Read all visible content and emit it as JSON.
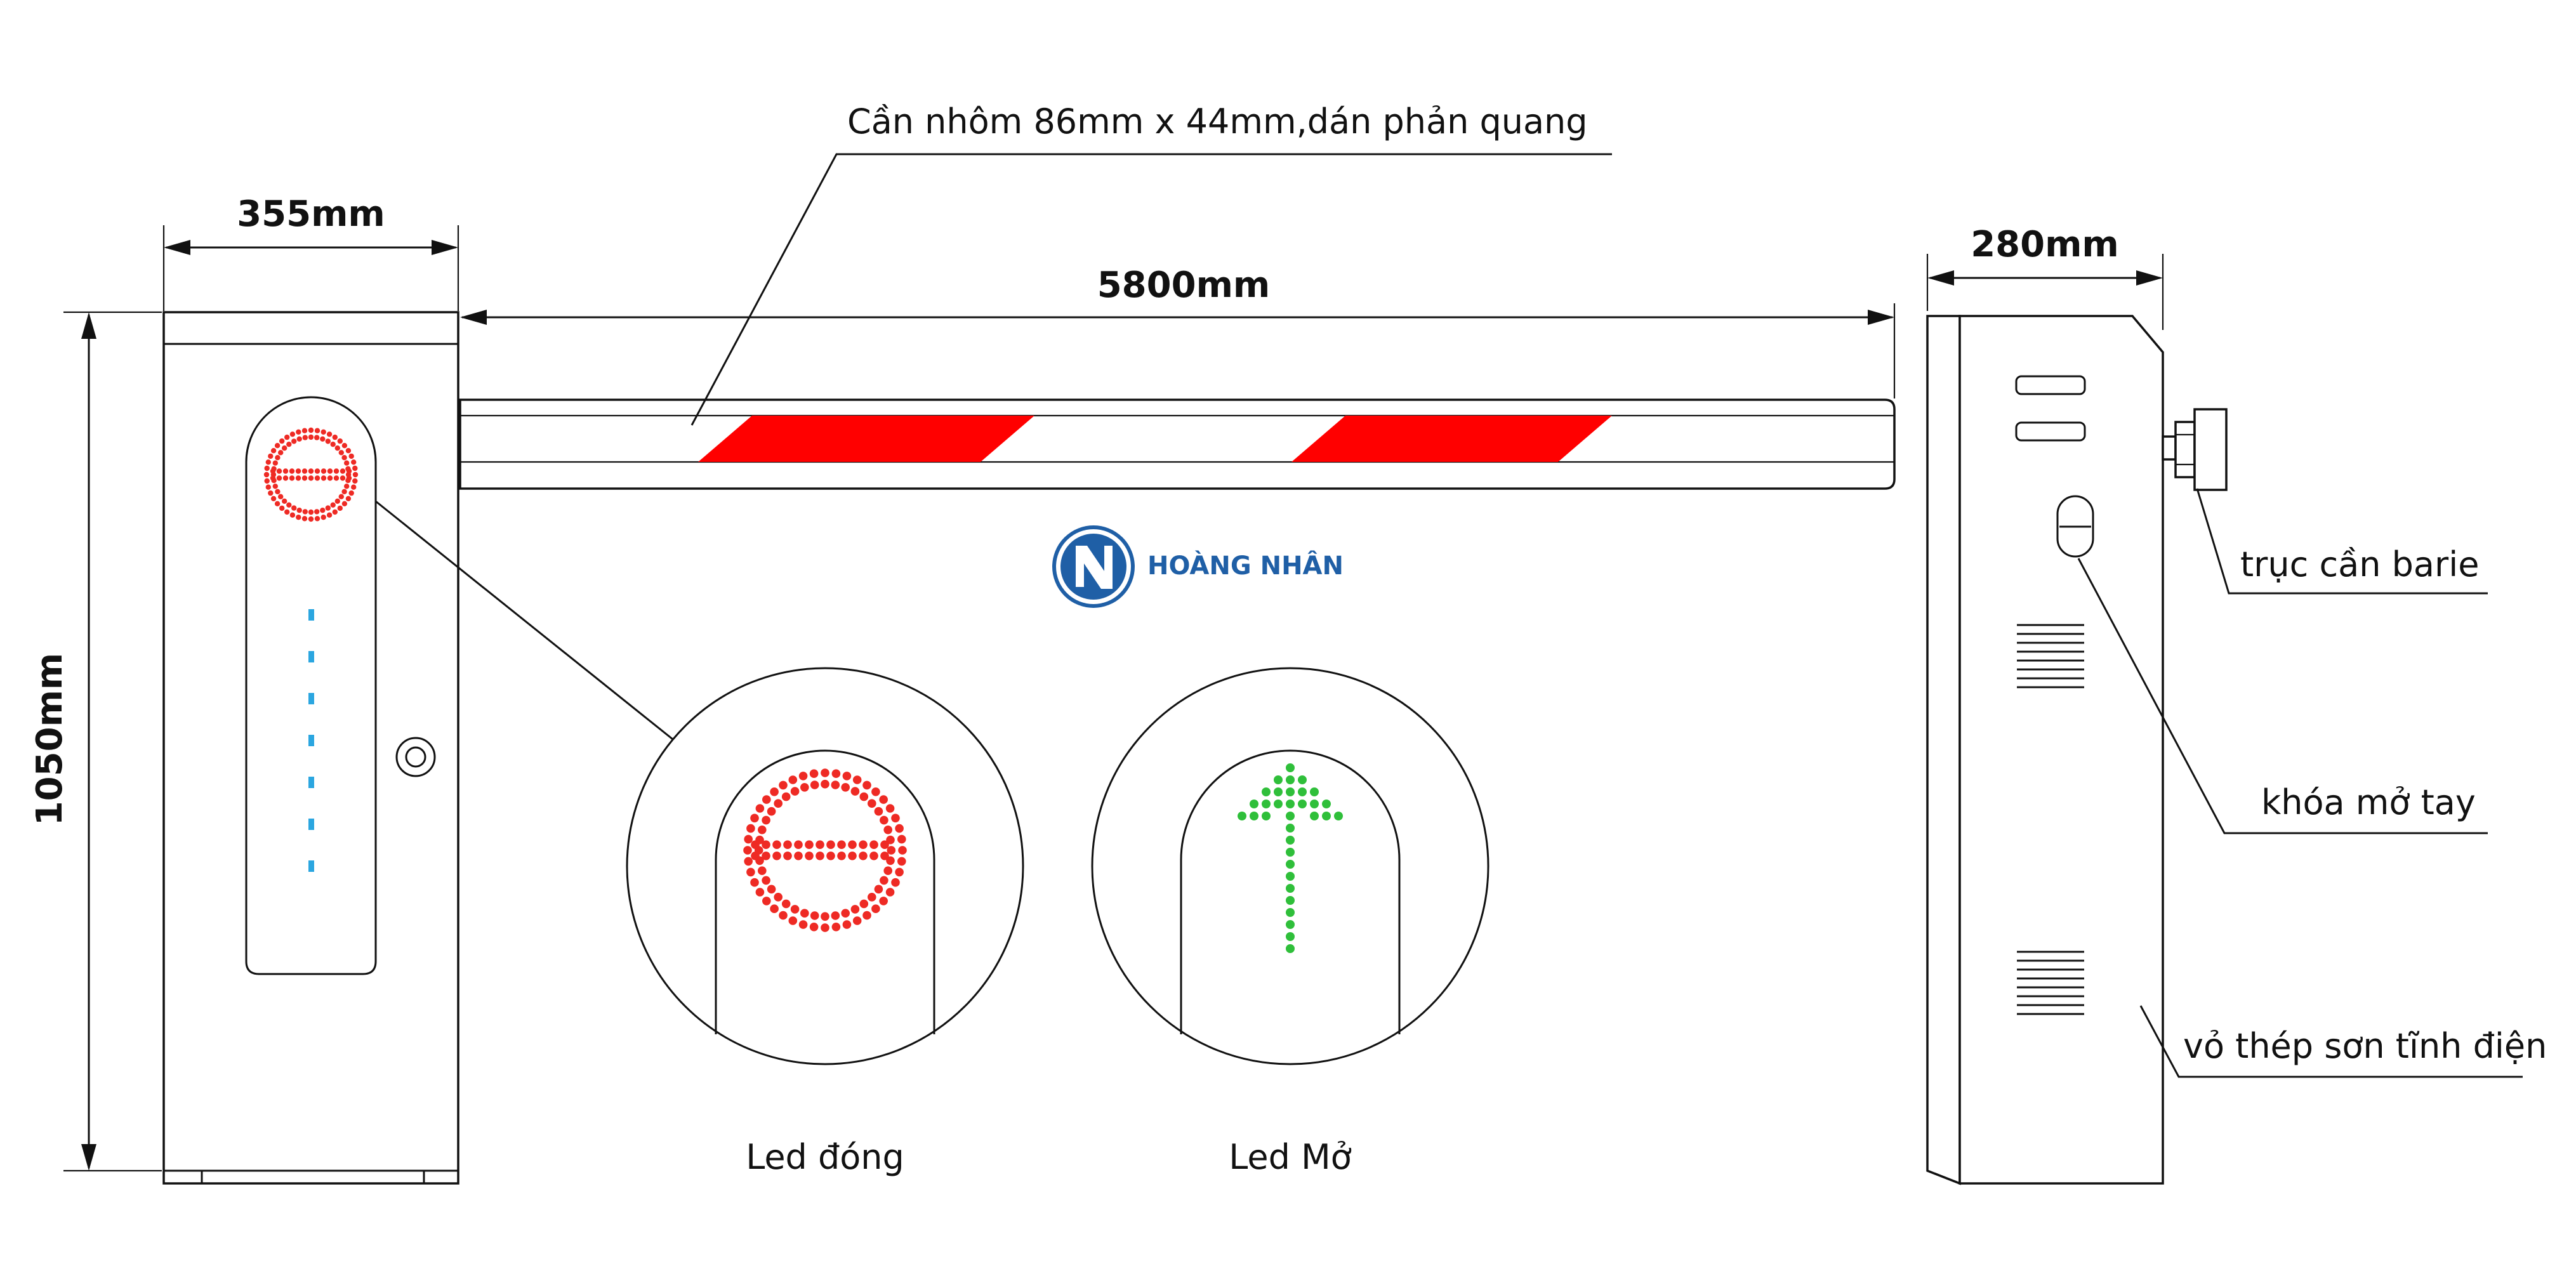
{
  "labels": {
    "arm": "Cần nhôm 86mm x 44mm,dán phản quang",
    "width_left": "355mm",
    "arm_length": "5800mm",
    "width_right": "280mm",
    "height": "1050mm",
    "shaft": "trục cần barie",
    "manual_lock": "khóa mở tay",
    "housing": "vỏ thép sơn tĩnh điện",
    "led_closed": "Led đóng",
    "led_open": "Led Mở"
  },
  "logo": {
    "text": "HOÀNG NHÂN",
    "color": "#1f5fa6"
  },
  "colors": {
    "led_red": "#ee2a24",
    "led_green": "#2fbf3a",
    "led_blue": "#2ba6e0",
    "stripe_red": "#ff0000",
    "line": "#111111"
  },
  "icons": [
    "logo-icon",
    "stop-led-icon",
    "arrow-up-led-icon",
    "lock-icon",
    "key-lock-icon"
  ]
}
